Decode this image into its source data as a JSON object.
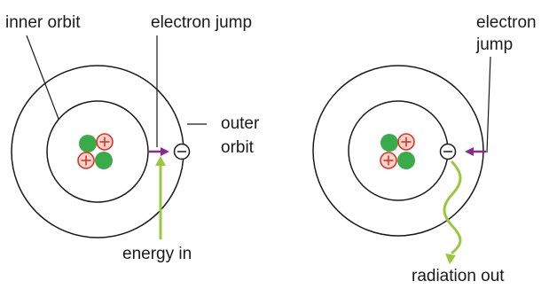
{
  "figure": {
    "left_atom": {
      "labels": {
        "inner_orbit": "inner orbit",
        "electron_jump": "electron jump",
        "outer_orbit_line1": "outer",
        "outer_orbit_line2": "orbit",
        "energy_in": "energy in"
      }
    },
    "right_atom": {
      "labels": {
        "electron_jump_line1": "electron",
        "electron_jump_line2": "jump",
        "radiation_out": "radiation out"
      }
    },
    "symbols": {
      "proton": "+",
      "electron": "−"
    }
  },
  "colors": {
    "orbit_stroke": "#1a1a1a",
    "neutron_fill": "#3aab49",
    "proton_fill": "#fbd5cc",
    "proton_stroke": "#e0322a",
    "jump_arrow": "#8b2a8e",
    "energy_arrow": "#9ac83c"
  }
}
